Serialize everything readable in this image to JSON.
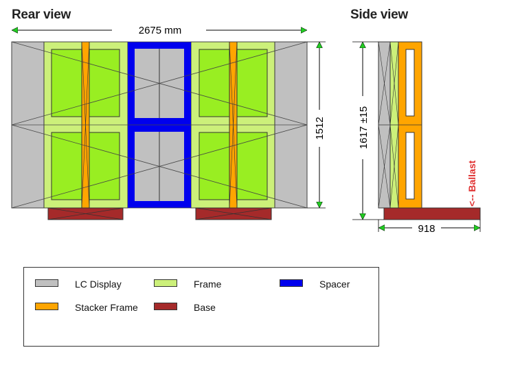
{
  "rear_view": {
    "title": "Rear view",
    "width_dimension": "2675 mm",
    "height_dimension": "1512"
  },
  "side_view": {
    "title": "Side view",
    "height_dimension": "1617 ±15",
    "depth_dimension": "918",
    "ballast_label": "<-- Ballast"
  },
  "legend": {
    "items": [
      {
        "label": "LC Display",
        "color": "#c0c0c0"
      },
      {
        "label": "Frame",
        "color": "#ccf07a"
      },
      {
        "label": "Spacer",
        "color": "#0000ee"
      },
      {
        "label": "Stacker Frame",
        "color": "#ffa500"
      },
      {
        "label": "Base",
        "color": "#a52a2a"
      }
    ]
  },
  "colors": {
    "lc_display": "#c0c0c0",
    "frame": "#ccf07a",
    "inner_frame": "#99ee22",
    "spacer": "#0000ee",
    "stacker_frame": "#ffa500",
    "base": "#a52a2a",
    "arrow": "#22cc22",
    "ballast_text": "#e03030"
  }
}
